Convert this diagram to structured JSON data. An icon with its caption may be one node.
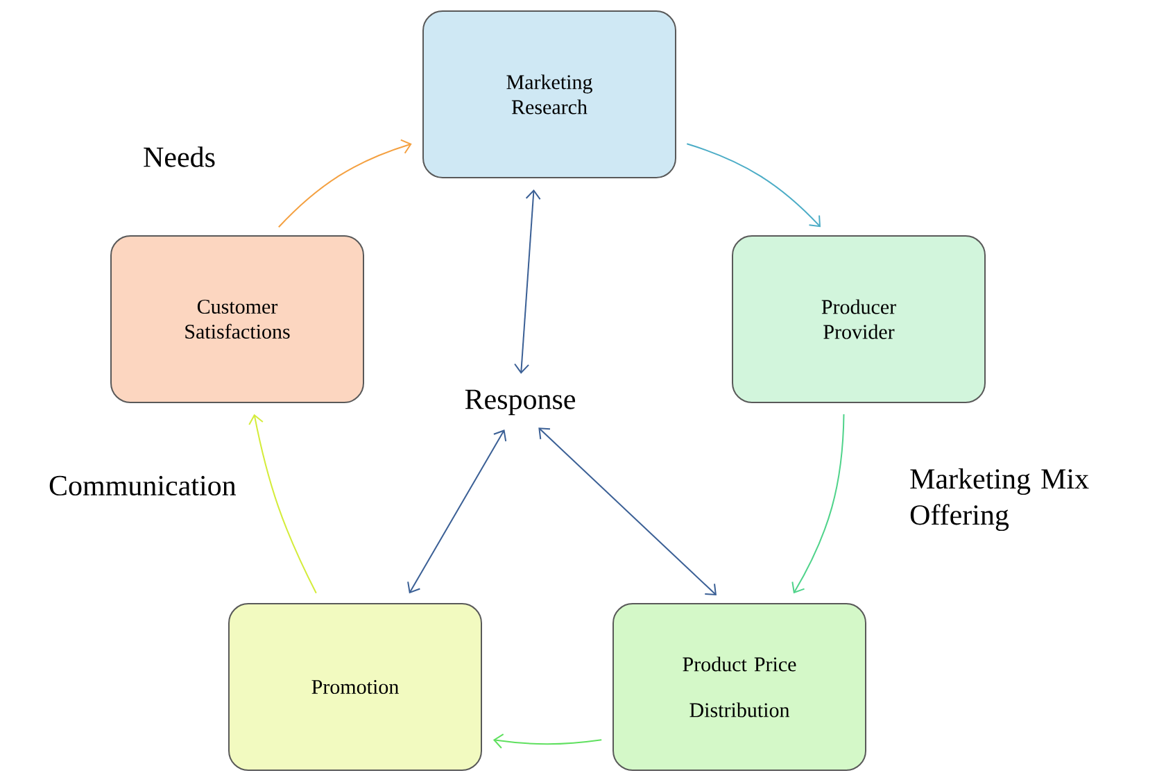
{
  "diagram": {
    "nodes": [
      {
        "text": [
          "Marketing Research"
        ]
      },
      {
        "text": [
          "Producer Provider"
        ]
      },
      {
        "text": [
          "Product Price Distribution"
        ]
      },
      {
        "text": [
          "Promotion"
        ]
      },
      {
        "text": [
          "Customer Satisfactions"
        ]
      },
      {
        "text": [
          "Response"
        ]
      }
    ],
    "edges": [
      {
        "from": 4,
        "to": 0,
        "arrow": "to",
        "label": "Needs",
        "color": "#f4a040"
      },
      {
        "from": 0,
        "to": 1,
        "arrow": "to",
        "color": "#4bacc6"
      },
      {
        "from": 1,
        "to": 2,
        "arrow": "to",
        "label": "Marketing Mix Offering",
        "color": "#4fd38a"
      },
      {
        "from": 2,
        "to": 3,
        "arrow": "to",
        "color": "#5fe05f"
      },
      {
        "from": 3,
        "to": 4,
        "arrow": "to",
        "label": "Communication",
        "color": "#d4ec3a"
      },
      {
        "from": 5,
        "to": 0,
        "arrow": "both"
      },
      {
        "from": 5,
        "to": 3,
        "arrow": "both"
      },
      {
        "from": 5,
        "to": 2,
        "arrow": "both"
      }
    ]
  }
}
